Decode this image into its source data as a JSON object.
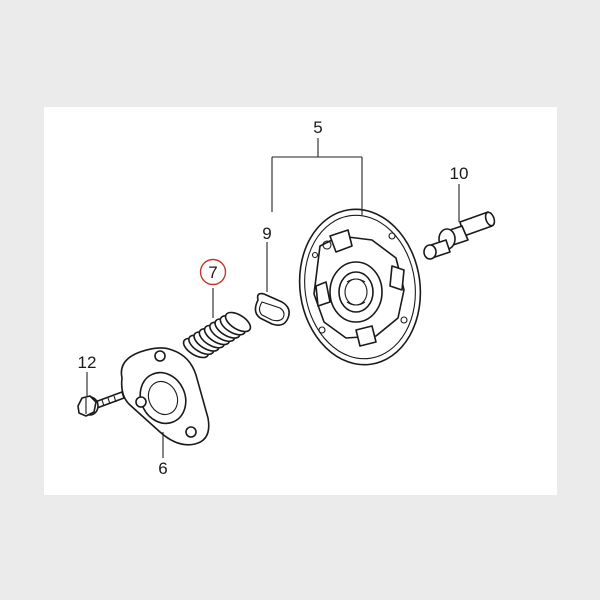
{
  "colors": {
    "page_background": "#ebebeb",
    "diagram_background": "#ffffff",
    "line": "#1a1a1a",
    "highlight_circle": "#c0392b"
  },
  "callouts": {
    "part_5": "5",
    "part_6": "6",
    "part_7": "7",
    "part_9": "9",
    "part_10": "10",
    "part_12": "12"
  },
  "highlighted_callout": "7"
}
